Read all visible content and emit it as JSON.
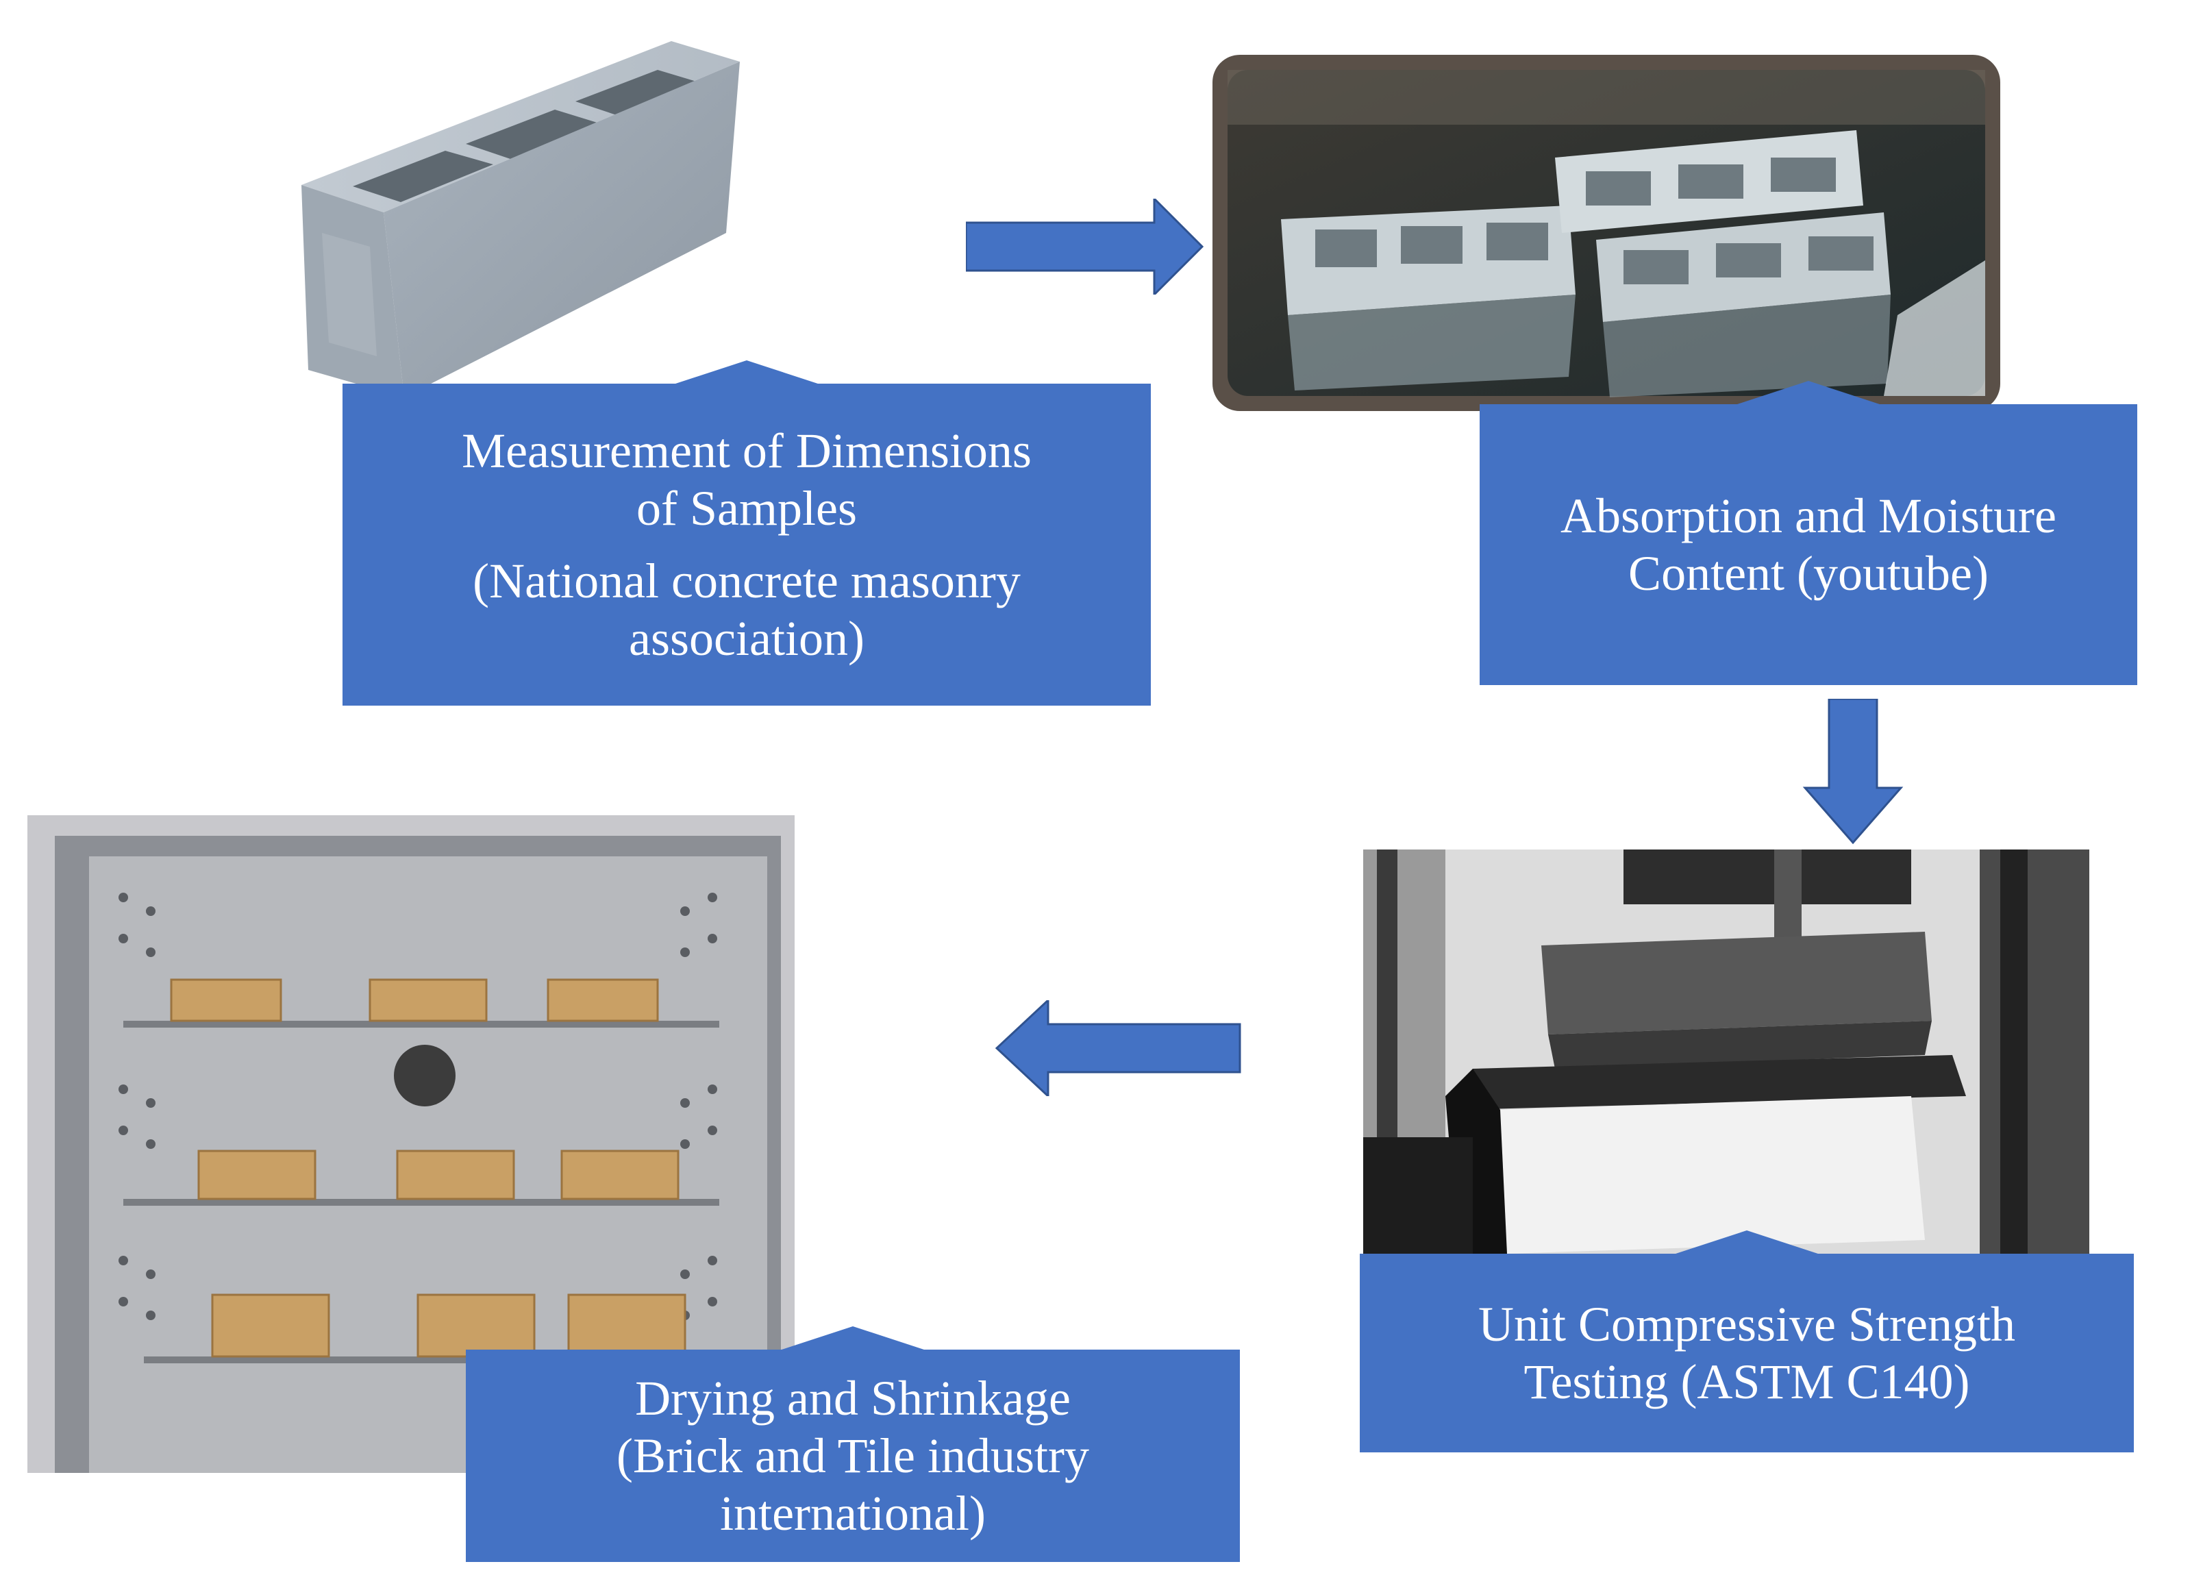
{
  "colors": {
    "box": "#4472c4",
    "arrow": "#4472c4",
    "text": "#ffffff"
  },
  "steps": [
    {
      "id": "measurement",
      "title_lines": [
        "Measurement of Dimensions",
        "of Samples"
      ],
      "source_lines": [
        "(National concrete masonry",
        "association)"
      ]
    },
    {
      "id": "absorption",
      "title_lines": [
        "Absorption and Moisture",
        "Content (youtube)"
      ]
    },
    {
      "id": "compressive",
      "title_lines": [
        "Unit Compressive Strength",
        "Testing  (ASTM C140)"
      ]
    },
    {
      "id": "drying",
      "title_lines": [
        "Drying and Shrinkage",
        "(Brick and Tile industry",
        "international)"
      ]
    }
  ],
  "arrows": [
    "right",
    "down",
    "left"
  ],
  "images": [
    "concrete-block",
    "blocks-in-water-tank",
    "compression-press",
    "drying-oven"
  ]
}
